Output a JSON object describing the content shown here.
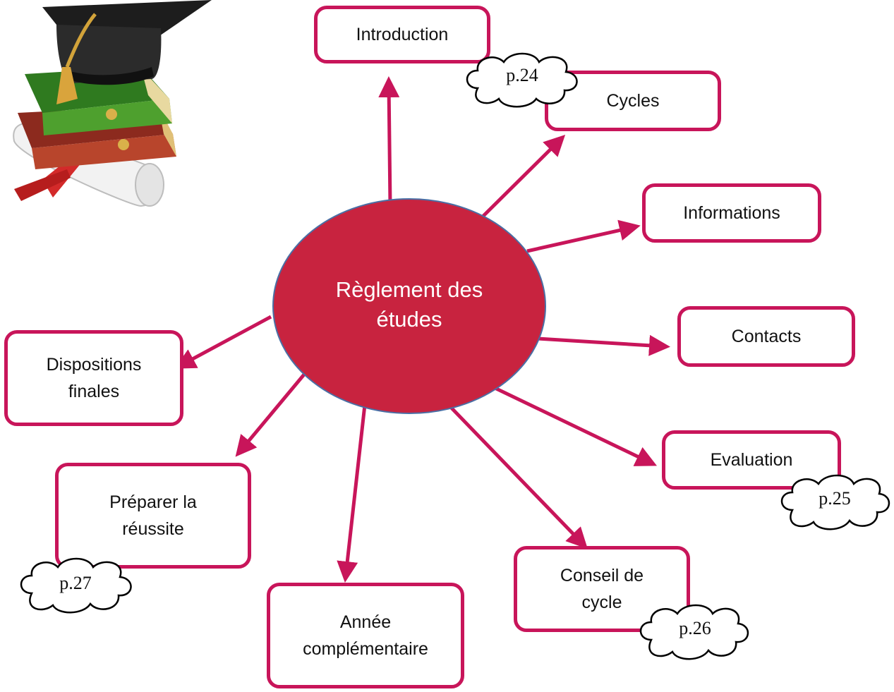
{
  "center": {
    "title_line1": "Règlement des",
    "title_line2": "études"
  },
  "boxes": {
    "introduction": "Introduction",
    "cycles": "Cycles",
    "informations": "Informations",
    "contacts": "Contacts",
    "evaluation": "Evaluation",
    "conseil_line1": "Conseil de",
    "conseil_line2": "cycle",
    "annee_line1": "Année",
    "annee_line2": "complémentaire",
    "preparer_line1": "Préparer la",
    "preparer_line2": "réussite",
    "dispositions_line1": "Dispositions",
    "dispositions_line2": "finales"
  },
  "clouds": {
    "cycles_page": "p.24",
    "evaluation_page": "p.25",
    "conseil_page": "p.26",
    "preparer_page": "p.27"
  },
  "colors": {
    "accent": "#c8155a",
    "center_fill": "#c8233f",
    "center_stroke": "#4a6fa5"
  },
  "icons": [
    "graduation-cap-icon",
    "book-stack-icon",
    "diploma-scroll-icon"
  ]
}
